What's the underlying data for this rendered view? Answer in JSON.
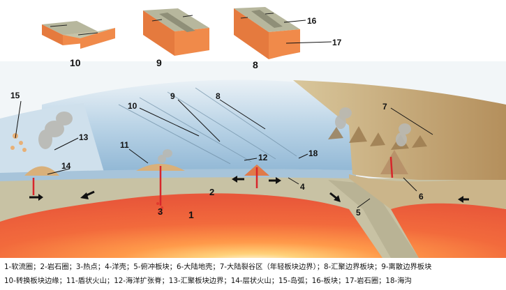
{
  "labels": {
    "n1": "1",
    "n2": "2",
    "n3": "3",
    "n4": "4",
    "n5": "5",
    "n6": "6",
    "n7": "7",
    "n8": "8",
    "n9": "9",
    "n10": "10",
    "n11": "11",
    "n12": "12",
    "n13": "13",
    "n14": "14",
    "n15": "15",
    "n16": "16",
    "n17": "17",
    "n18": "18",
    "top_10": "10",
    "top_9": "9",
    "top_8": "8",
    "top_16": "16",
    "top_17": "17"
  },
  "legend": {
    "line1": "1-软流圈；2-岩石圈；3-热点；4-洋壳；5-俯冲板块；6-大陆地壳；7-大陆裂谷区（年轻板块边界）；8-汇聚边界板块；9-离散边界板块",
    "line2": "10-转换板块边缘；11-盾状火山；12-海洋扩张脊；13-汇聚板块边界；14-层状火山；15-岛弧；16-板块；17-岩石圈；18-海沟"
  },
  "colors": {
    "asthenosphere": "#f26a3c",
    "lithosphere": "#c9c3a6",
    "ocean": "#b8d4e8",
    "continent": "#c9ae7c",
    "block_top": "#b5b59a",
    "block_side": "#f08a4a"
  }
}
